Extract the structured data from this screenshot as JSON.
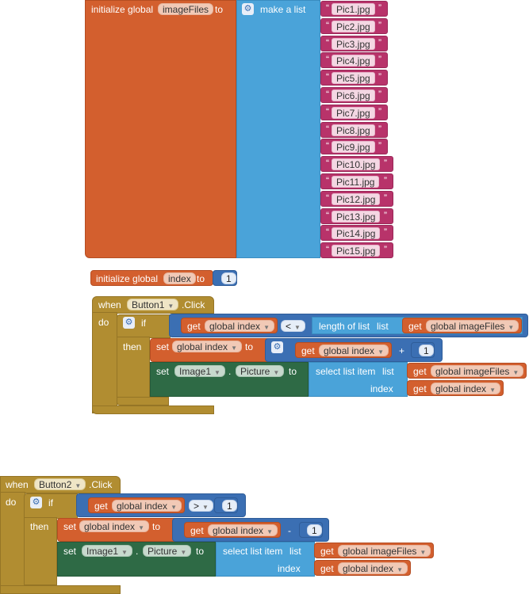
{
  "init_image_files": {
    "label": "initialize global",
    "var_name": "imageFiles",
    "to": "to",
    "make_list": "make a list",
    "items": [
      "Pic1.jpg",
      "Pic2.jpg",
      "Pic3.jpg",
      "Pic4.jpg",
      "Pic5.jpg",
      "Pic6.jpg",
      "Pic7.jpg",
      "Pic8.jpg",
      "Pic9.jpg",
      "Pic10.jpg",
      "Pic11.jpg",
      "Pic12.jpg",
      "Pic13.jpg",
      "Pic14.jpg",
      "Pic15.jpg"
    ]
  },
  "init_index": {
    "label": "initialize global",
    "var_name": "index",
    "to": "to",
    "value": "1"
  },
  "button1": {
    "when": "when",
    "component": "Button1",
    "event": ".Click",
    "do": "do",
    "if": "if",
    "then": "then",
    "get": "get",
    "global_index": "global index",
    "op": "<",
    "length_of_list": "length of list",
    "list": "list",
    "global_image_files": "global imageFiles",
    "set": "set",
    "to": "to",
    "plus": "+",
    "one": "1",
    "image": "Image1",
    "dot": ".",
    "picture": "Picture",
    "select_list_item": "select list item",
    "index": "index"
  },
  "button2": {
    "when": "when",
    "component": "Button2",
    "event": ".Click",
    "do": "do",
    "if": "if",
    "then": "then",
    "get": "get",
    "global_index": "global index",
    "op": ">",
    "one": "1",
    "set": "set",
    "to": "to",
    "minus": "-",
    "image": "Image1",
    "dot": ".",
    "picture": "Picture",
    "select_list_item": "select list item",
    "list": "list",
    "global_image_files": "global imageFiles",
    "index": "index"
  },
  "colors": {
    "variables": "#d35f2e",
    "lists": "#4aa3d9",
    "text": "#b8336a",
    "control": "#b18d31",
    "math": "#3b6fb3",
    "component_setter": "#2e6a45"
  }
}
